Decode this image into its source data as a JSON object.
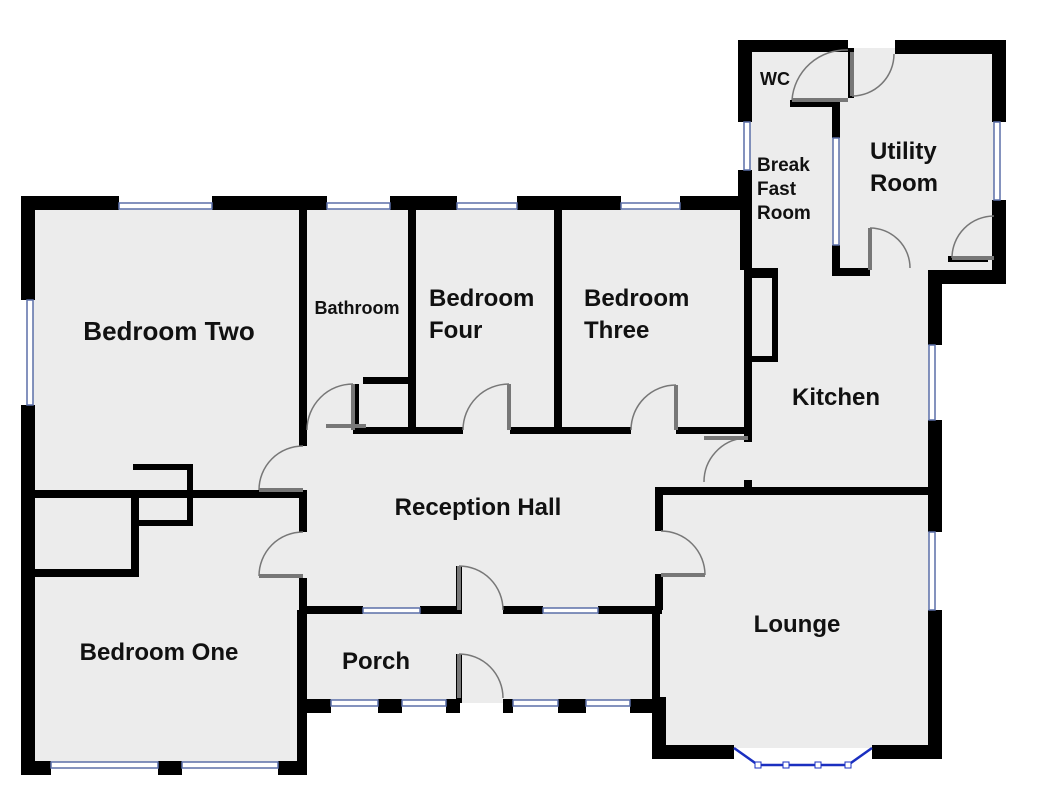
{
  "rooms": {
    "bedroom_two": "Bedroom Two",
    "bathroom": "Bathroom",
    "bedroom_four": [
      "Bedroom",
      "Four"
    ],
    "bedroom_three": [
      "Bedroom",
      "Three"
    ],
    "wc": "WC",
    "breakfast_room": [
      "Break",
      "Fast",
      "Room"
    ],
    "utility_room": [
      "Utility",
      "Room"
    ],
    "kitchen": "Kitchen",
    "reception_hall": "Reception Hall",
    "bedroom_one": "Bedroom One",
    "porch": "Porch",
    "lounge": "Lounge"
  },
  "colors": {
    "floor": "#ececec",
    "wall": "#000000",
    "window": "#5b6fa8",
    "bay_window": "#1a2fc0",
    "door": "#777777"
  }
}
